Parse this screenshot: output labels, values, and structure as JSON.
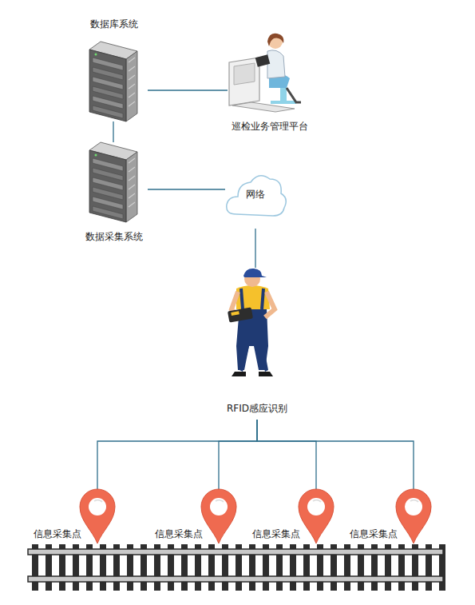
{
  "diagram": {
    "nodes": [
      {
        "text": [
          "数据库系统"
        ]
      },
      {
        "text": [
          "巡检业务管理平台"
        ]
      },
      {
        "text": [
          "数据采集系统"
        ]
      },
      {
        "text": [
          "网络"
        ]
      },
      {
        "text": [
          "RFID感应识别"
        ]
      },
      {
        "text": [
          "信息采集点"
        ]
      },
      {
        "text": [
          "信息采集点"
        ]
      },
      {
        "text": [
          "信息采集点"
        ]
      },
      {
        "text": [
          "信息采集点"
        ]
      }
    ],
    "edges": [
      {
        "from": 0,
        "to": 1,
        "arrow": "none"
      },
      {
        "from": 0,
        "to": 2,
        "arrow": "none"
      },
      {
        "from": 2,
        "to": 3,
        "arrow": "none"
      },
      {
        "from": 3,
        "to": 4,
        "arrow": "none"
      },
      {
        "from": 4,
        "to": 5,
        "arrow": "none"
      },
      {
        "from": 4,
        "to": 6,
        "arrow": "none"
      },
      {
        "from": 4,
        "to": 7,
        "arrow": "none"
      },
      {
        "from": 4,
        "to": 8,
        "arrow": "none"
      }
    ]
  }
}
